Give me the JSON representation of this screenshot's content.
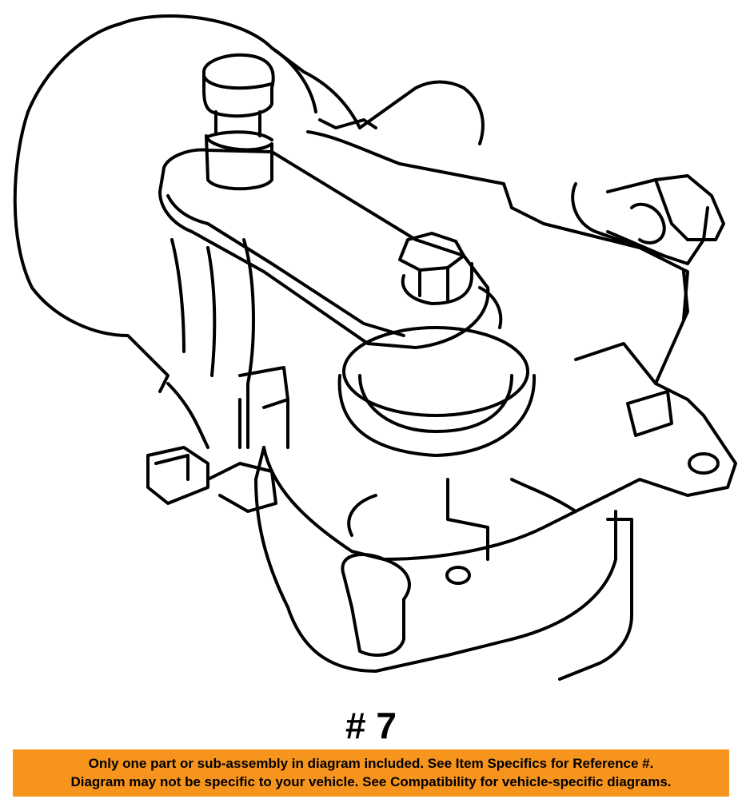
{
  "diagram": {
    "ref_number": "# 7"
  },
  "notice": {
    "line1": "Only one part or sub-assembly in diagram included. See Item Specifics for Reference #.",
    "line2": "Diagram may not be specific to your vehicle. See Compatibility for vehicle-specific diagrams.",
    "background_color": "#f7941d"
  }
}
